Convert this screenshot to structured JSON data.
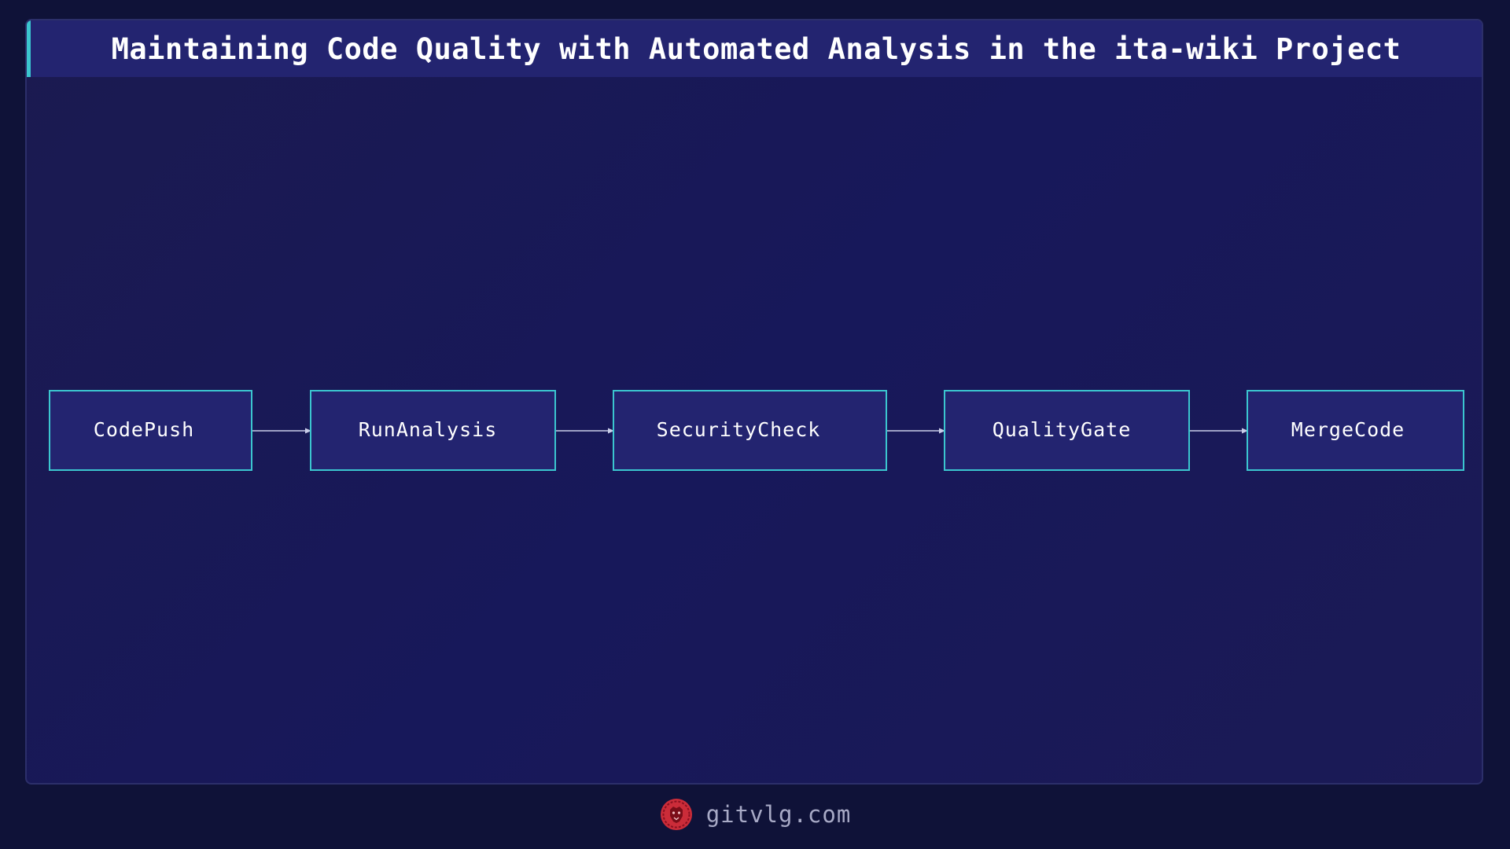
{
  "title": "Maintaining Code Quality with Automated Analysis in the ita-wiki Project",
  "flow": {
    "nodes": [
      {
        "label": "CodePush"
      },
      {
        "label": "RunAnalysis"
      },
      {
        "label": "SecurityCheck"
      },
      {
        "label": "QualityGate"
      },
      {
        "label": "MergeCode"
      }
    ],
    "edges": [
      {
        "from": "CodePush",
        "to": "RunAnalysis"
      },
      {
        "from": "RunAnalysis",
        "to": "SecurityCheck"
      },
      {
        "from": "SecurityCheck",
        "to": "QualityGate"
      },
      {
        "from": "QualityGate",
        "to": "MergeCode"
      }
    ]
  },
  "footer": {
    "site": "gitvlg.com",
    "logo_icon": "lion-head-icon"
  },
  "colors": {
    "background": "#0f1238",
    "panel": "#1b1a50",
    "title_bar": "#232470",
    "accent": "#3bc6cf",
    "node_fill": "#232470",
    "node_border": "#3bc6cf",
    "text": "#ffffff",
    "logo": "#e0303a"
  }
}
